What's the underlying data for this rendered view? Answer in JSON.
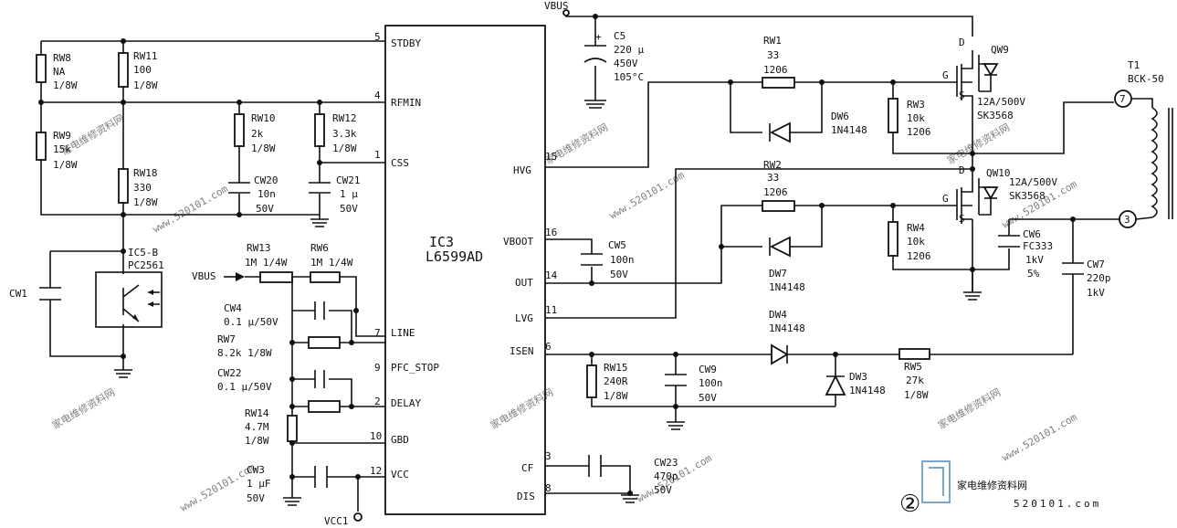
{
  "ic": {
    "name": "IC3",
    "part": "L6599AD"
  },
  "pins": {
    "p5": {
      "num": "5",
      "label": "STDBY"
    },
    "p4": {
      "num": "4",
      "label": "RFMIN"
    },
    "p1": {
      "num": "1",
      "label": "CSS"
    },
    "p7": {
      "num": "7",
      "label": "LINE"
    },
    "p9": {
      "num": "9",
      "label": "PFC_STOP"
    },
    "p2": {
      "num": "2",
      "label": "DELAY"
    },
    "p10": {
      "num": "10",
      "label": "GBD"
    },
    "p12": {
      "num": "12",
      "label": "VCC"
    },
    "p15": {
      "num": "15",
      "label": "HVG"
    },
    "p16": {
      "num": "16",
      "label": "VBOOT"
    },
    "p14": {
      "num": "14",
      "label": "OUT"
    },
    "p11": {
      "num": "11",
      "label": "LVG"
    },
    "p6": {
      "num": "6",
      "label": "ISEN"
    },
    "p3": {
      "num": "3",
      "label": "CF"
    },
    "p8": {
      "num": "8",
      "label": "DIS"
    }
  },
  "nets": {
    "vbus_top": "VBUS",
    "vbus_left": "VBUS",
    "vcc1": "VCC1"
  },
  "parts": {
    "rw8": [
      "RW8",
      "NA",
      "1/8W"
    ],
    "rw11": [
      "RW11",
      "100",
      "1/8W"
    ],
    "rw9": [
      "RW9",
      "15k",
      "1/8W"
    ],
    "rw18": [
      "RW18",
      "330",
      "1/8W"
    ],
    "rw10": [
      "RW10",
      "2k",
      "1/8W"
    ],
    "rw12": [
      "RW12",
      "3.3k",
      "1/8W"
    ],
    "cw20": [
      "CW20",
      "10n",
      "50V"
    ],
    "cw21": [
      "CW21",
      "1 μ",
      "50V"
    ],
    "ic5": [
      "IC5-B",
      "PC2561"
    ],
    "cw1": [
      "CW1"
    ],
    "rw13": [
      "RW13",
      "1M 1/4W"
    ],
    "rw6": [
      "RW6",
      "1M 1/4W"
    ],
    "cw4": [
      "CW4",
      "0.1 μ/50V"
    ],
    "rw7": [
      "RW7",
      "8.2k 1/8W"
    ],
    "cw22": [
      "CW22",
      "0.1 μ/50V"
    ],
    "rw14": [
      "RW14",
      "4.7M",
      "1/8W"
    ],
    "cw3": [
      "CW3",
      "1 μF",
      "50V"
    ],
    "c5": [
      "C5",
      "220 μ",
      "450V",
      "105°C"
    ],
    "rw1": [
      "RW1",
      "33",
      "1206"
    ],
    "dw6": [
      "DW6",
      "1N4148"
    ],
    "rw3": [
      "RW3",
      "10k",
      "1206"
    ],
    "qw9": [
      "QW9",
      "12A/500V",
      "SK3568"
    ],
    "rw2": [
      "RW2",
      "33",
      "1206"
    ],
    "dw7": [
      "DW7",
      "1N4148"
    ],
    "rw4": [
      "RW4",
      "10k",
      "1206"
    ],
    "qw10": [
      "QW10",
      "12A/500V",
      "SK3568"
    ],
    "cw5": [
      "CW5",
      "100n",
      "50V"
    ],
    "cw6": [
      "CW6",
      "FC333",
      "1kV",
      "5%"
    ],
    "cw7": [
      "CW7",
      "220p",
      "1kV"
    ],
    "t1": [
      "T1",
      "BCK-50"
    ],
    "dw4": [
      "DW4",
      "1N4148"
    ],
    "dw3": [
      "DW3",
      "1N4148"
    ],
    "rw15": [
      "RW15",
      "240R",
      "1/8W"
    ],
    "cw9": [
      "CW9",
      "100n",
      "50V"
    ],
    "rw5": [
      "RW5",
      "27k",
      "1/8W"
    ],
    "cw23": [
      "CW23",
      "470p",
      "50V"
    ]
  },
  "pins_tx": {
    "seven": "7",
    "three": "3"
  },
  "mosfet_pins": {
    "d": "D",
    "g": "G",
    "s": "S"
  },
  "page_mark": "②",
  "watermark": {
    "cn": "家电维修资料网",
    "url": "www.520101.com"
  },
  "logo": {
    "cn": "家电维修资料网",
    "url": "520101.com"
  }
}
